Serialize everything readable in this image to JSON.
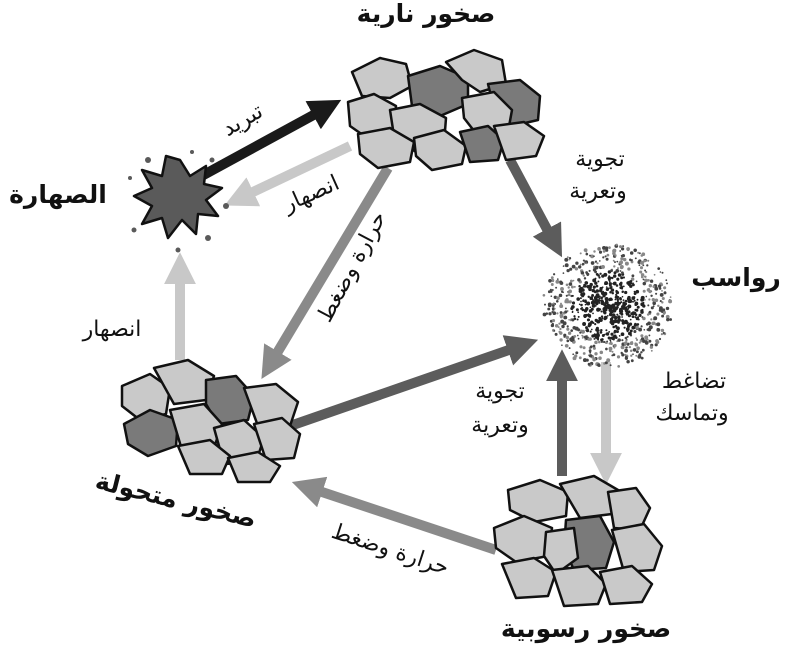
{
  "nodes": {
    "igneous": "صخور نارية",
    "magma": "الصهارة",
    "sediments": "رواسب",
    "metamorphic": "صخور متحولة",
    "sedimentary": "صخور رسوبية"
  },
  "processes": {
    "cooling": "تبريد",
    "melting_igneous": "انصهار",
    "melting_metamorphic": "انصهار",
    "heat_pressure_igneous": "حرارة وضغط",
    "heat_pressure_sedimentary": "حرارة وضغط",
    "weathering_line1": "تجوية",
    "weathering_line2": "وتعرية",
    "weathering2_line1": "تجوية",
    "weathering2_line2": "وتعرية",
    "compaction_line1": "تضاغط",
    "compaction_line2": "وتماسك"
  },
  "colors": {
    "black_arrow": "#1a1a1a",
    "dark_arrow": "#5c5c5c",
    "mid_arrow": "#8a8a8a",
    "light_arrow": "#c8c8c8",
    "rock_light": "#c9c9c9",
    "rock_dark": "#7a7a7a",
    "magma": "#5a5a5a"
  }
}
